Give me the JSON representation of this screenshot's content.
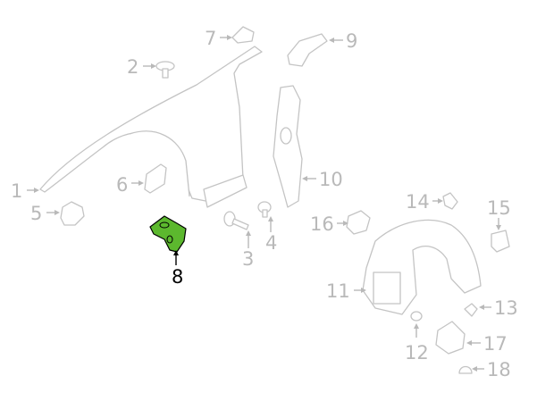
{
  "diagram": {
    "highlighted_part": "8",
    "highlight_color": "#5cb82e",
    "callouts": {
      "c1": "1",
      "c2": "2",
      "c3": "3",
      "c4": "4",
      "c5": "5",
      "c6": "6",
      "c7": "7",
      "c8": "8",
      "c9": "9",
      "c10": "10",
      "c11": "11",
      "c12": "12",
      "c13": "13",
      "c14": "14",
      "c15": "15",
      "c16": "16",
      "c17": "17",
      "c18": "18"
    }
  }
}
